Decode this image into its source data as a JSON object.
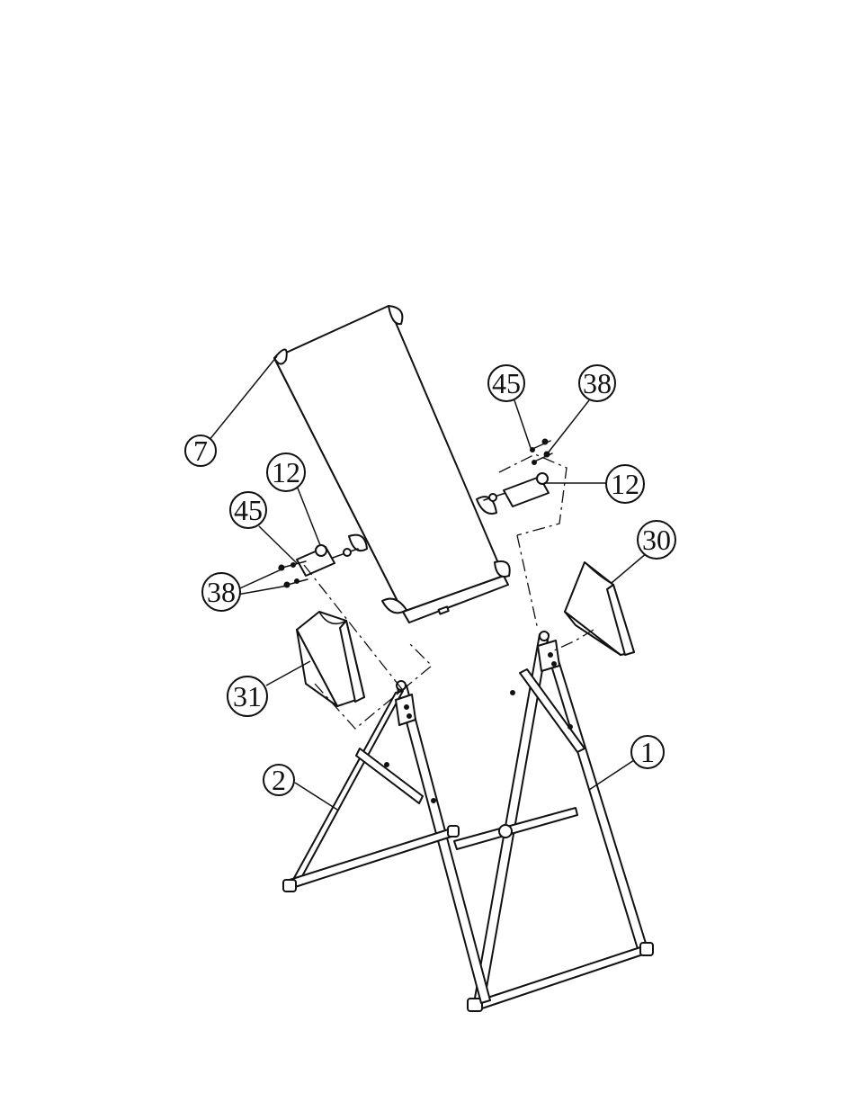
{
  "callouts": [
    {
      "id": "7",
      "label": "7"
    },
    {
      "id": "12-left",
      "label": "12"
    },
    {
      "id": "45-left",
      "label": "45"
    },
    {
      "id": "38-left",
      "label": "38"
    },
    {
      "id": "31",
      "label": "31"
    },
    {
      "id": "2",
      "label": "2"
    },
    {
      "id": "45-right",
      "label": "45"
    },
    {
      "id": "38-right",
      "label": "38"
    },
    {
      "id": "12-right",
      "label": "12"
    },
    {
      "id": "30",
      "label": "30"
    },
    {
      "id": "1",
      "label": "1"
    }
  ],
  "colors": {
    "line": "#111111",
    "background": "#ffffff"
  }
}
